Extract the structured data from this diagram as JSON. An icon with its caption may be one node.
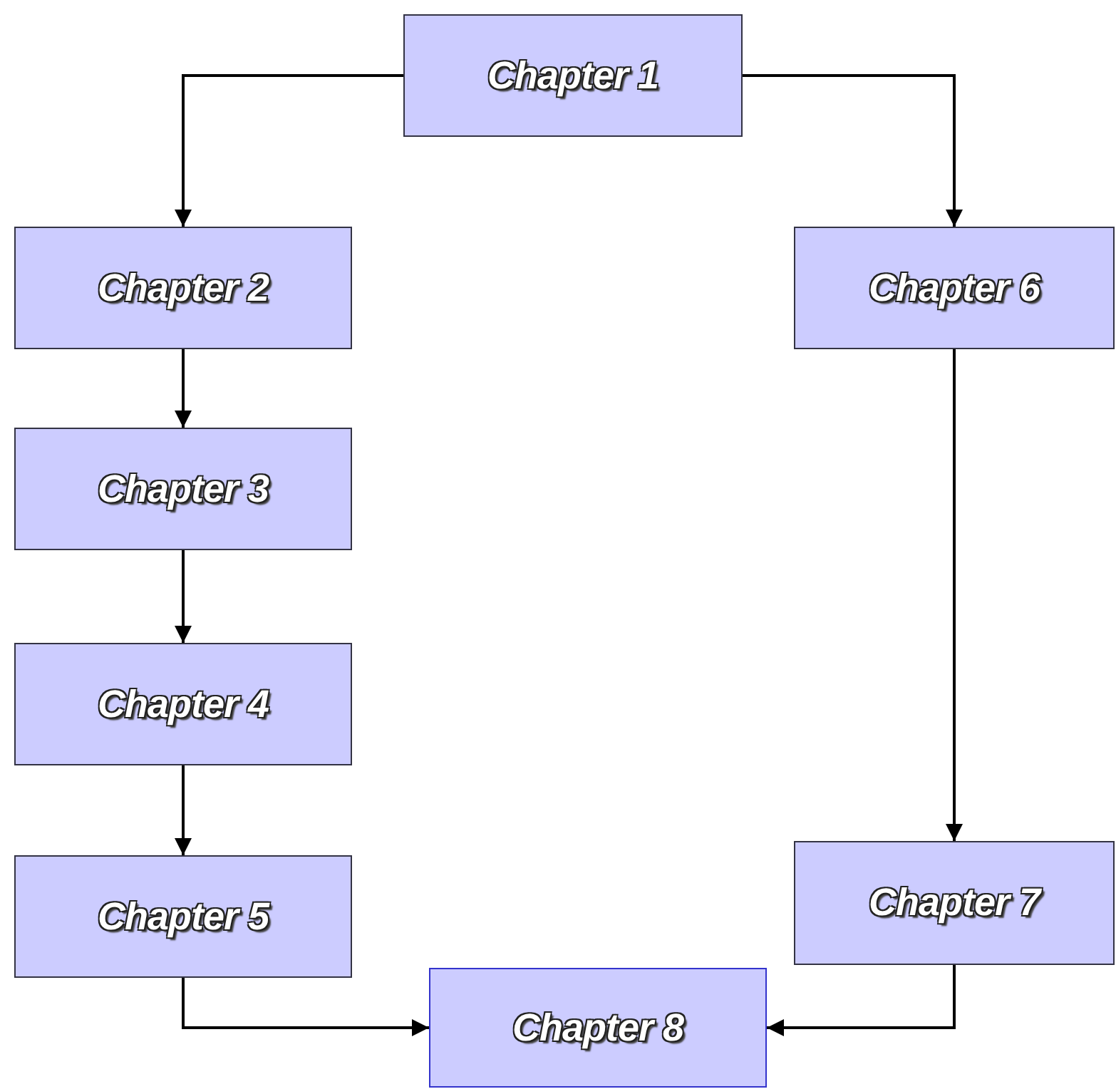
{
  "diagram": {
    "nodes": [
      {
        "text": [
          "Chapter 1"
        ]
      },
      {
        "text": [
          "Chapter 2"
        ]
      },
      {
        "text": [
          "Chapter 3"
        ]
      },
      {
        "text": [
          "Chapter 4"
        ]
      },
      {
        "text": [
          "Chapter 5"
        ]
      },
      {
        "text": [
          "Chapter 6"
        ]
      },
      {
        "text": [
          "Chapter 7"
        ]
      },
      {
        "text": [
          "Chapter 8"
        ]
      }
    ],
    "edges": [
      {
        "from": 0,
        "to": 1,
        "arrow": "to"
      },
      {
        "from": 0,
        "to": 5,
        "arrow": "to"
      },
      {
        "from": 1,
        "to": 2,
        "arrow": "to"
      },
      {
        "from": 2,
        "to": 3,
        "arrow": "to"
      },
      {
        "from": 3,
        "to": 4,
        "arrow": "to"
      },
      {
        "from": 5,
        "to": 6,
        "arrow": "to"
      },
      {
        "from": 4,
        "to": 7,
        "arrow": "to"
      },
      {
        "from": 6,
        "to": 7,
        "arrow": "to"
      }
    ]
  }
}
